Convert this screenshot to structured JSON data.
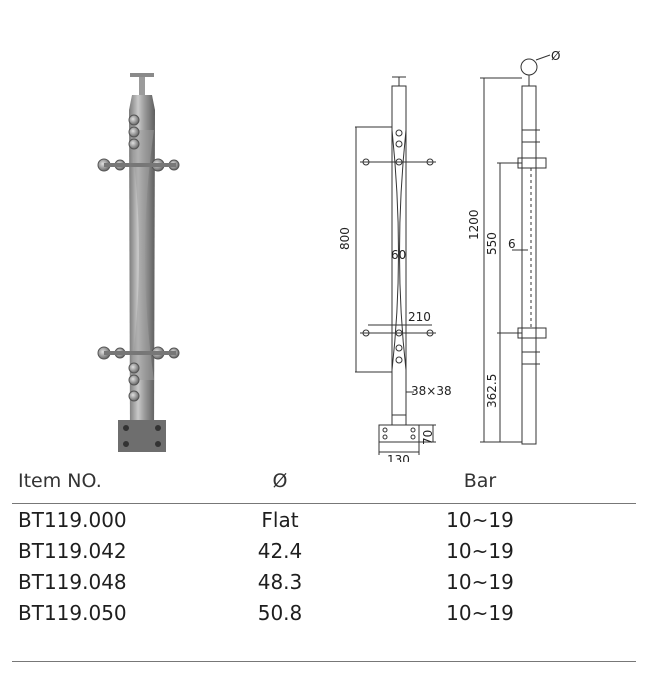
{
  "drawing": {
    "front_dims": {
      "height": "800",
      "width": "60",
      "bracket": "210",
      "post_section": "38×38",
      "base_w": "130",
      "base_h": "70"
    },
    "side_dims": {
      "diameter": "Ø",
      "height": "1200",
      "spacing": "550",
      "offset": "6",
      "lower": "362.5"
    }
  },
  "table": {
    "headers": {
      "item": "Item NO.",
      "diameter": "Ø",
      "bar": "Bar"
    },
    "rows": [
      {
        "item": "BT119.000",
        "diameter": "Flat",
        "bar": "10~19"
      },
      {
        "item": "BT119.042",
        "diameter": "42.4",
        "bar": "10~19"
      },
      {
        "item": "BT119.048",
        "diameter": "48.3",
        "bar": "10~19"
      },
      {
        "item": "BT119.050",
        "diameter": "50.8",
        "bar": "10~19"
      }
    ]
  }
}
